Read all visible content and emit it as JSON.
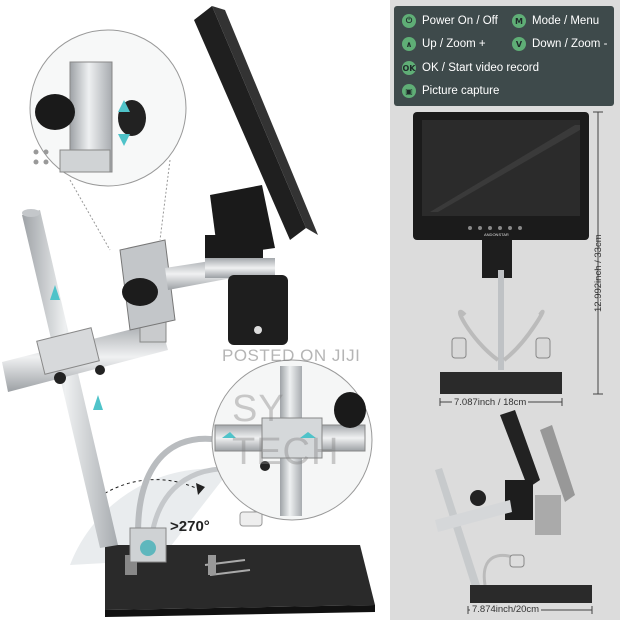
{
  "legend": {
    "items": [
      {
        "icon": "power-icon",
        "symbol": "⏻",
        "label": "Power On / Off"
      },
      {
        "icon": "menu-icon",
        "symbol": "M",
        "label": "Mode / Menu"
      },
      {
        "icon": "up-icon",
        "symbol": "∧",
        "label": "Up / Zoom +"
      },
      {
        "icon": "down-icon",
        "symbol": "V",
        "label": "Down / Zoom -"
      },
      {
        "icon": "ok-icon",
        "symbol": "OK",
        "label": "OK / Start video record"
      },
      {
        "icon": "camera-icon",
        "symbol": "▣",
        "label": "Picture capture"
      }
    ]
  },
  "product": {
    "brand": "ANDONSTAR"
  },
  "dimensions": {
    "height": "12.992inch / 33cm",
    "width_base": "7.087inch / 18cm",
    "width_full": "7.874inch/20cm"
  },
  "rotation_label": ">270°",
  "watermark": {
    "posted": "POSTED ON JIJI",
    "seller": "SY TECH"
  },
  "colors": {
    "legend_bg": "#3e4a4b",
    "icon_green": "#5fae76",
    "panel_bg": "#dcdcdc",
    "metal": "#c9cbcd",
    "dark": "#1e1e1e",
    "accent_arrow": "#4fc3c9"
  }
}
